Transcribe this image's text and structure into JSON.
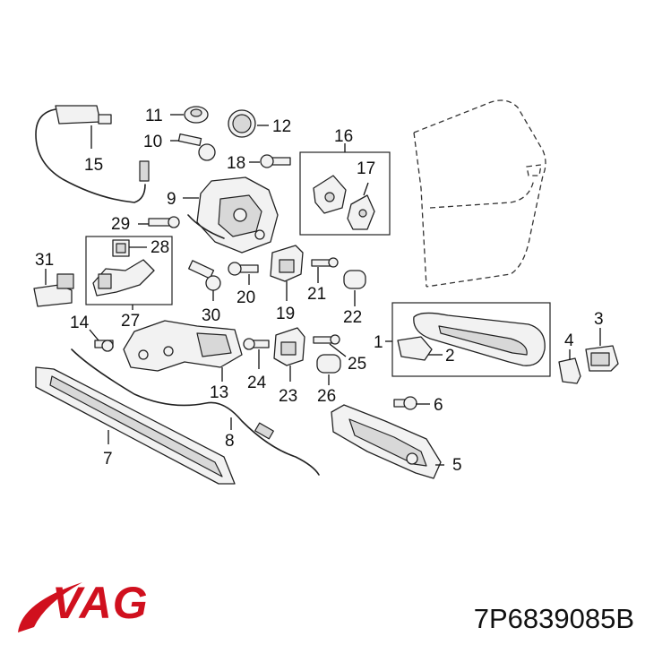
{
  "diagram": {
    "callouts": [
      {
        "id": "c1",
        "label": "1"
      },
      {
        "id": "c2",
        "label": "2"
      },
      {
        "id": "c3",
        "label": "3"
      },
      {
        "id": "c4",
        "label": "4"
      },
      {
        "id": "c5",
        "label": "5"
      },
      {
        "id": "c6",
        "label": "6"
      },
      {
        "id": "c7",
        "label": "7"
      },
      {
        "id": "c8",
        "label": "8"
      },
      {
        "id": "c9",
        "label": "9"
      },
      {
        "id": "c10",
        "label": "10"
      },
      {
        "id": "c11",
        "label": "11"
      },
      {
        "id": "c12",
        "label": "12"
      },
      {
        "id": "c13",
        "label": "13"
      },
      {
        "id": "c14",
        "label": "14"
      },
      {
        "id": "c15",
        "label": "15"
      },
      {
        "id": "c16",
        "label": "16"
      },
      {
        "id": "c17",
        "label": "17"
      },
      {
        "id": "c18",
        "label": "18"
      },
      {
        "id": "c19",
        "label": "19"
      },
      {
        "id": "c20",
        "label": "20"
      },
      {
        "id": "c21",
        "label": "21"
      },
      {
        "id": "c22",
        "label": "22"
      },
      {
        "id": "c23",
        "label": "23"
      },
      {
        "id": "c24",
        "label": "24"
      },
      {
        "id": "c25",
        "label": "25"
      },
      {
        "id": "c26",
        "label": "26"
      },
      {
        "id": "c27",
        "label": "27"
      },
      {
        "id": "c28",
        "label": "28"
      },
      {
        "id": "c29",
        "label": "29"
      },
      {
        "id": "c30",
        "label": "30"
      },
      {
        "id": "c31",
        "label": "31"
      }
    ]
  },
  "footer": {
    "brand": "VAG",
    "brand_color": "#d0101e",
    "part_number": "7P6839085B"
  }
}
